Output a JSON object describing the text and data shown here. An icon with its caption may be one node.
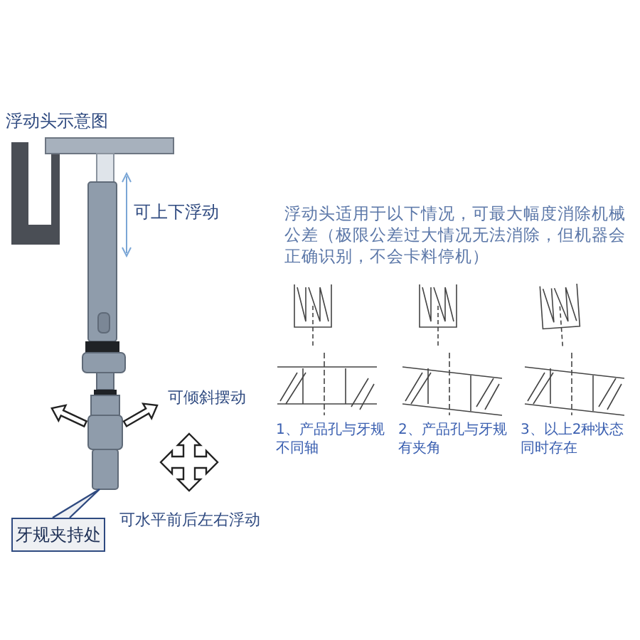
{
  "diagram": {
    "title": "浮动头示意图",
    "nodes": [
      {
        "text": [
          "牙规夹持处"
        ]
      },
      {
        "text": [],
        "shape": "picture"
      }
    ],
    "edges": [
      {
        "from": 0,
        "to": 1,
        "arrow": "none"
      }
    ],
    "labels": [
      "可上下浮动",
      "可倾斜摆动",
      "可水平前后左右浮动",
      "浮动头适用于以下情况，可最大幅度消除机械公差（极限公差过大情况无法消除，但机器会正确识别，不会卡料停机）",
      "1、产品孔与牙规不同轴",
      "2、产品孔与牙规有夹角",
      "3、以上2种状态同时存在"
    ]
  }
}
